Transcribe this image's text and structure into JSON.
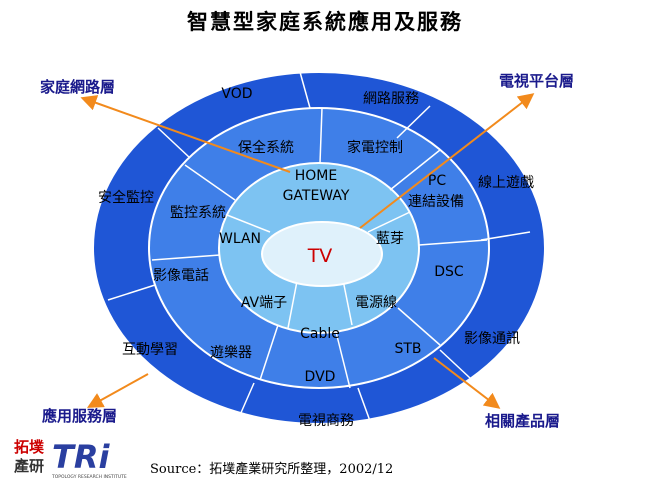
{
  "title": "智慧型家庭系統應用及服務",
  "layers": {
    "home_network": "家庭網路層",
    "tv_platform": "電視平台層",
    "app_service": "應用服務層",
    "related_products": "相關產品層"
  },
  "center": {
    "label": "TV"
  },
  "gateway": {
    "line1": "HOME",
    "line2": "GATEWAY"
  },
  "inner_ring": [
    "WLAN",
    "藍芽",
    "電源線",
    "Cable",
    "AV端子"
  ],
  "middle_ring": [
    "保全系統",
    "家電控制",
    "PC",
    "連結設備",
    "DSC",
    "STB",
    "遊樂器",
    "影像電話",
    "監控系統"
  ],
  "outer_ring": [
    "VOD",
    "網路服務",
    "線上遊戲",
    "影像通訊",
    "電視商務",
    "DVD",
    "互動學習",
    "安全監控"
  ],
  "source": "Source：拓墣產業研究所整理，2002/12",
  "logo": {
    "cn_top": "拓墣",
    "cn_bottom": "產研",
    "brand": "TRi",
    "tagline": "TOPOLOGY RESEARCH INSTITUTE"
  },
  "colors": {
    "outer_ring": "#1f56d6",
    "middle_ring": "#3f7fe8",
    "inner_ring": "#7dc3f2",
    "center": "#dff1fb",
    "ring_stroke": "#ffffff",
    "arrow": "#f28a1c"
  }
}
